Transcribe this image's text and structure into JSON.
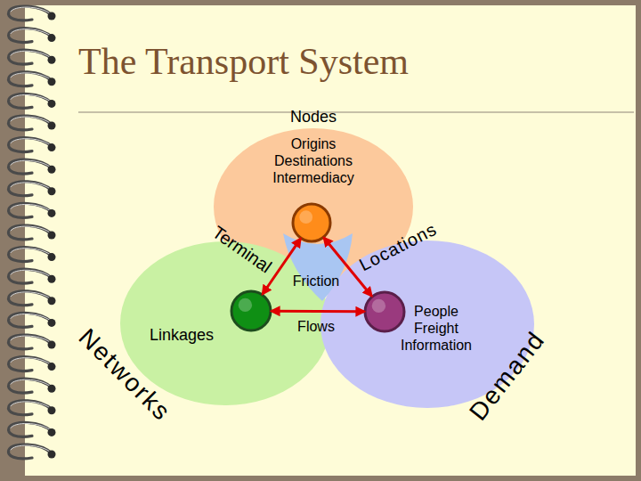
{
  "diagram": {
    "title": "The Transport System",
    "nodes": [
      {
        "text": [
          "Nodes",
          "Origins Destinations Intermediacy"
        ]
      },
      {
        "text": [
          "Linkages",
          "Networks"
        ]
      },
      {
        "text": [
          "People Freight Information",
          "Demand"
        ]
      }
    ],
    "edges": [
      {
        "from": 0,
        "to": 1,
        "arrow": "both",
        "label": "Terminal"
      },
      {
        "from": 0,
        "to": 2,
        "arrow": "both",
        "label": "Locations"
      },
      {
        "from": 1,
        "to": 2,
        "arrow": "both",
        "label": "Flows"
      }
    ],
    "labels": [
      "Friction"
    ]
  }
}
